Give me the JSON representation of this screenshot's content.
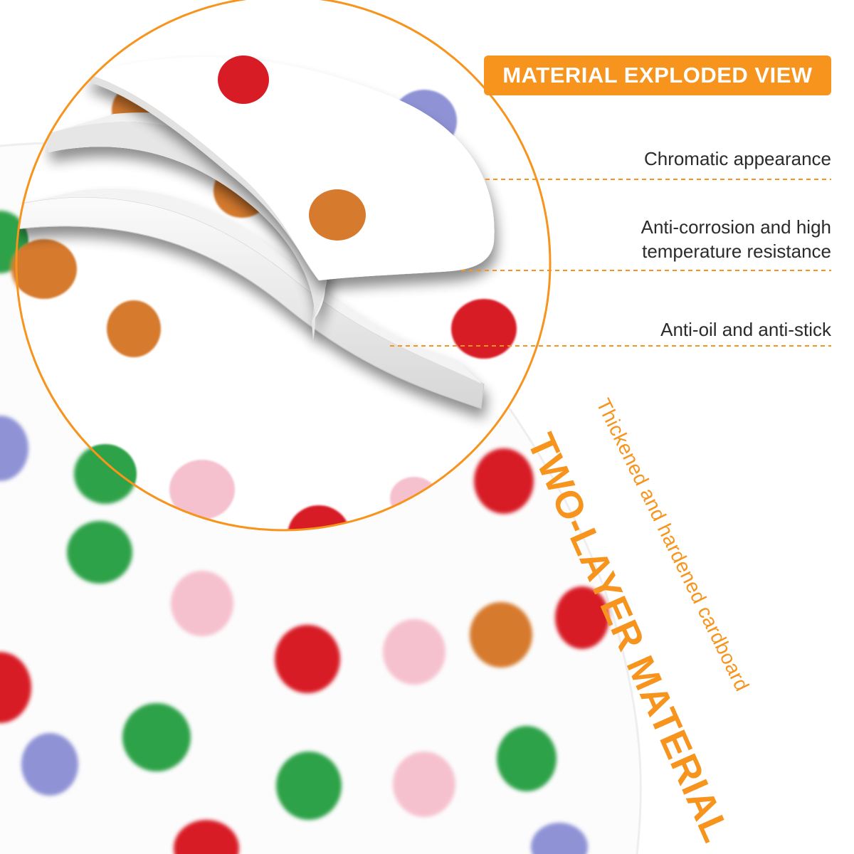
{
  "header": {
    "title": "MATERIAL EXPLODED VIEW"
  },
  "features": [
    {
      "lines": [
        "Chromatic appearance"
      ]
    },
    {
      "lines": [
        "Anti-corrosion and high",
        "temperature resistance"
      ]
    },
    {
      "lines": [
        "Anti-oil and anti-stick"
      ]
    }
  ],
  "side_text": {
    "headline": "TWO-LAYER MATERIAL",
    "subline": "Thickened and hardened cardboard"
  },
  "colors": {
    "accent": "#f7941d",
    "dot_red": "#d81e28",
    "dot_orange": "#d67a2e",
    "dot_blue": "#8f93d6",
    "dot_green": "#2ea24a",
    "dot_pink": "#f6c1cf"
  }
}
